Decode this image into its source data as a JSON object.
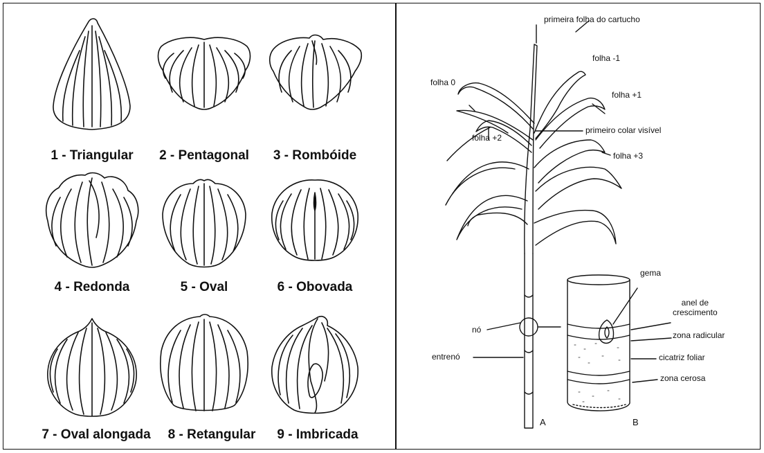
{
  "bud_shapes": {
    "items": [
      {
        "label": "1 - Triangular"
      },
      {
        "label": "2 - Pentagonal"
      },
      {
        "label": "3 - Rombóide"
      },
      {
        "label": "4 - Redonda"
      },
      {
        "label": "5 - Oval"
      },
      {
        "label": "6 - Obovada"
      },
      {
        "label": "7 - Oval alongada"
      },
      {
        "label": "8 - Retangular"
      },
      {
        "label": "9 - Imbricada"
      }
    ]
  },
  "plant": {
    "labels": {
      "primeira_folha": "primeira folha do cartucho",
      "folha_m1": "folha -1",
      "folha_0": "folha 0",
      "folha_p1": "folha +1",
      "primeiro_colar": "primeiro colar visível",
      "folha_p2": "folha +2",
      "folha_p3": "folha +3",
      "gema": "gema",
      "anel": "anel de\ncrescimento",
      "zona_radicular": "zona radicular",
      "no": "nó",
      "cicatriz": "cicatriz foliar",
      "entreno": "entrenó",
      "zona_cerosa": "zona cerosa"
    },
    "detail_letters": {
      "a": "A",
      "b": "B"
    }
  }
}
